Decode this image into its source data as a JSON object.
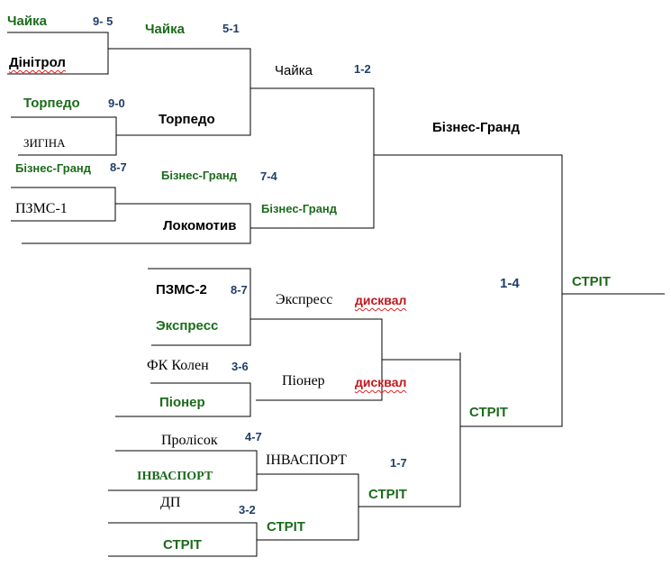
{
  "colors": {
    "winner": "#1c6b1c",
    "team": "#000000",
    "score": "#1f3e6b",
    "disqualified": "#c0171b"
  },
  "round1": {
    "m1": {
      "team_a": "Чайка",
      "team_b": "Дінітрол",
      "score": "9- 5"
    },
    "m2": {
      "team_a": "Торпедо",
      "team_b": "ЗИГІНА",
      "score": "9-0"
    },
    "m3": {
      "team_a": "Бізнес-Гранд",
      "team_b": "ПЗМС-1",
      "score": "8-7"
    },
    "m4": {
      "team_a": "ПЗМС-2",
      "team_b": "Экспресс",
      "score": "8-7"
    },
    "m5": {
      "team_a": "ФК Колен",
      "team_b": "Піонер",
      "score": "3-6"
    },
    "m6": {
      "team_a": "Пролісок",
      "team_b": "ІНВАСПОРТ",
      "score": "4-7"
    },
    "m7": {
      "team_a": "ДП",
      "team_b": "СТРІТ",
      "score": "3-2"
    }
  },
  "round2": {
    "q1": {
      "team_a": "Чайка",
      "team_b": "Торпедо",
      "score": "5-1"
    },
    "q2": {
      "team_a": "Бізнес-Гранд",
      "team_b": "Локомотив",
      "score": "7-4"
    },
    "q3": {
      "team_a": "Экспресс",
      "team_b": "Піонер",
      "result_a": "дисквал",
      "result_b": "дисквал"
    },
    "q4": {
      "team_a": "ІНВАСПОРТ",
      "team_b": "СТРІТ",
      "score": "1-7"
    }
  },
  "round3": {
    "s1": {
      "team_a": "Чайка",
      "team_b": "Бізнес-Гранд",
      "score": "1-2"
    },
    "s2": {
      "team_b": "СТРІТ"
    }
  },
  "final": {
    "team_a": "Бізнес-Гранд",
    "team_b": "СТРІТ",
    "score": "1-4",
    "champion": "СТРІТ"
  }
}
